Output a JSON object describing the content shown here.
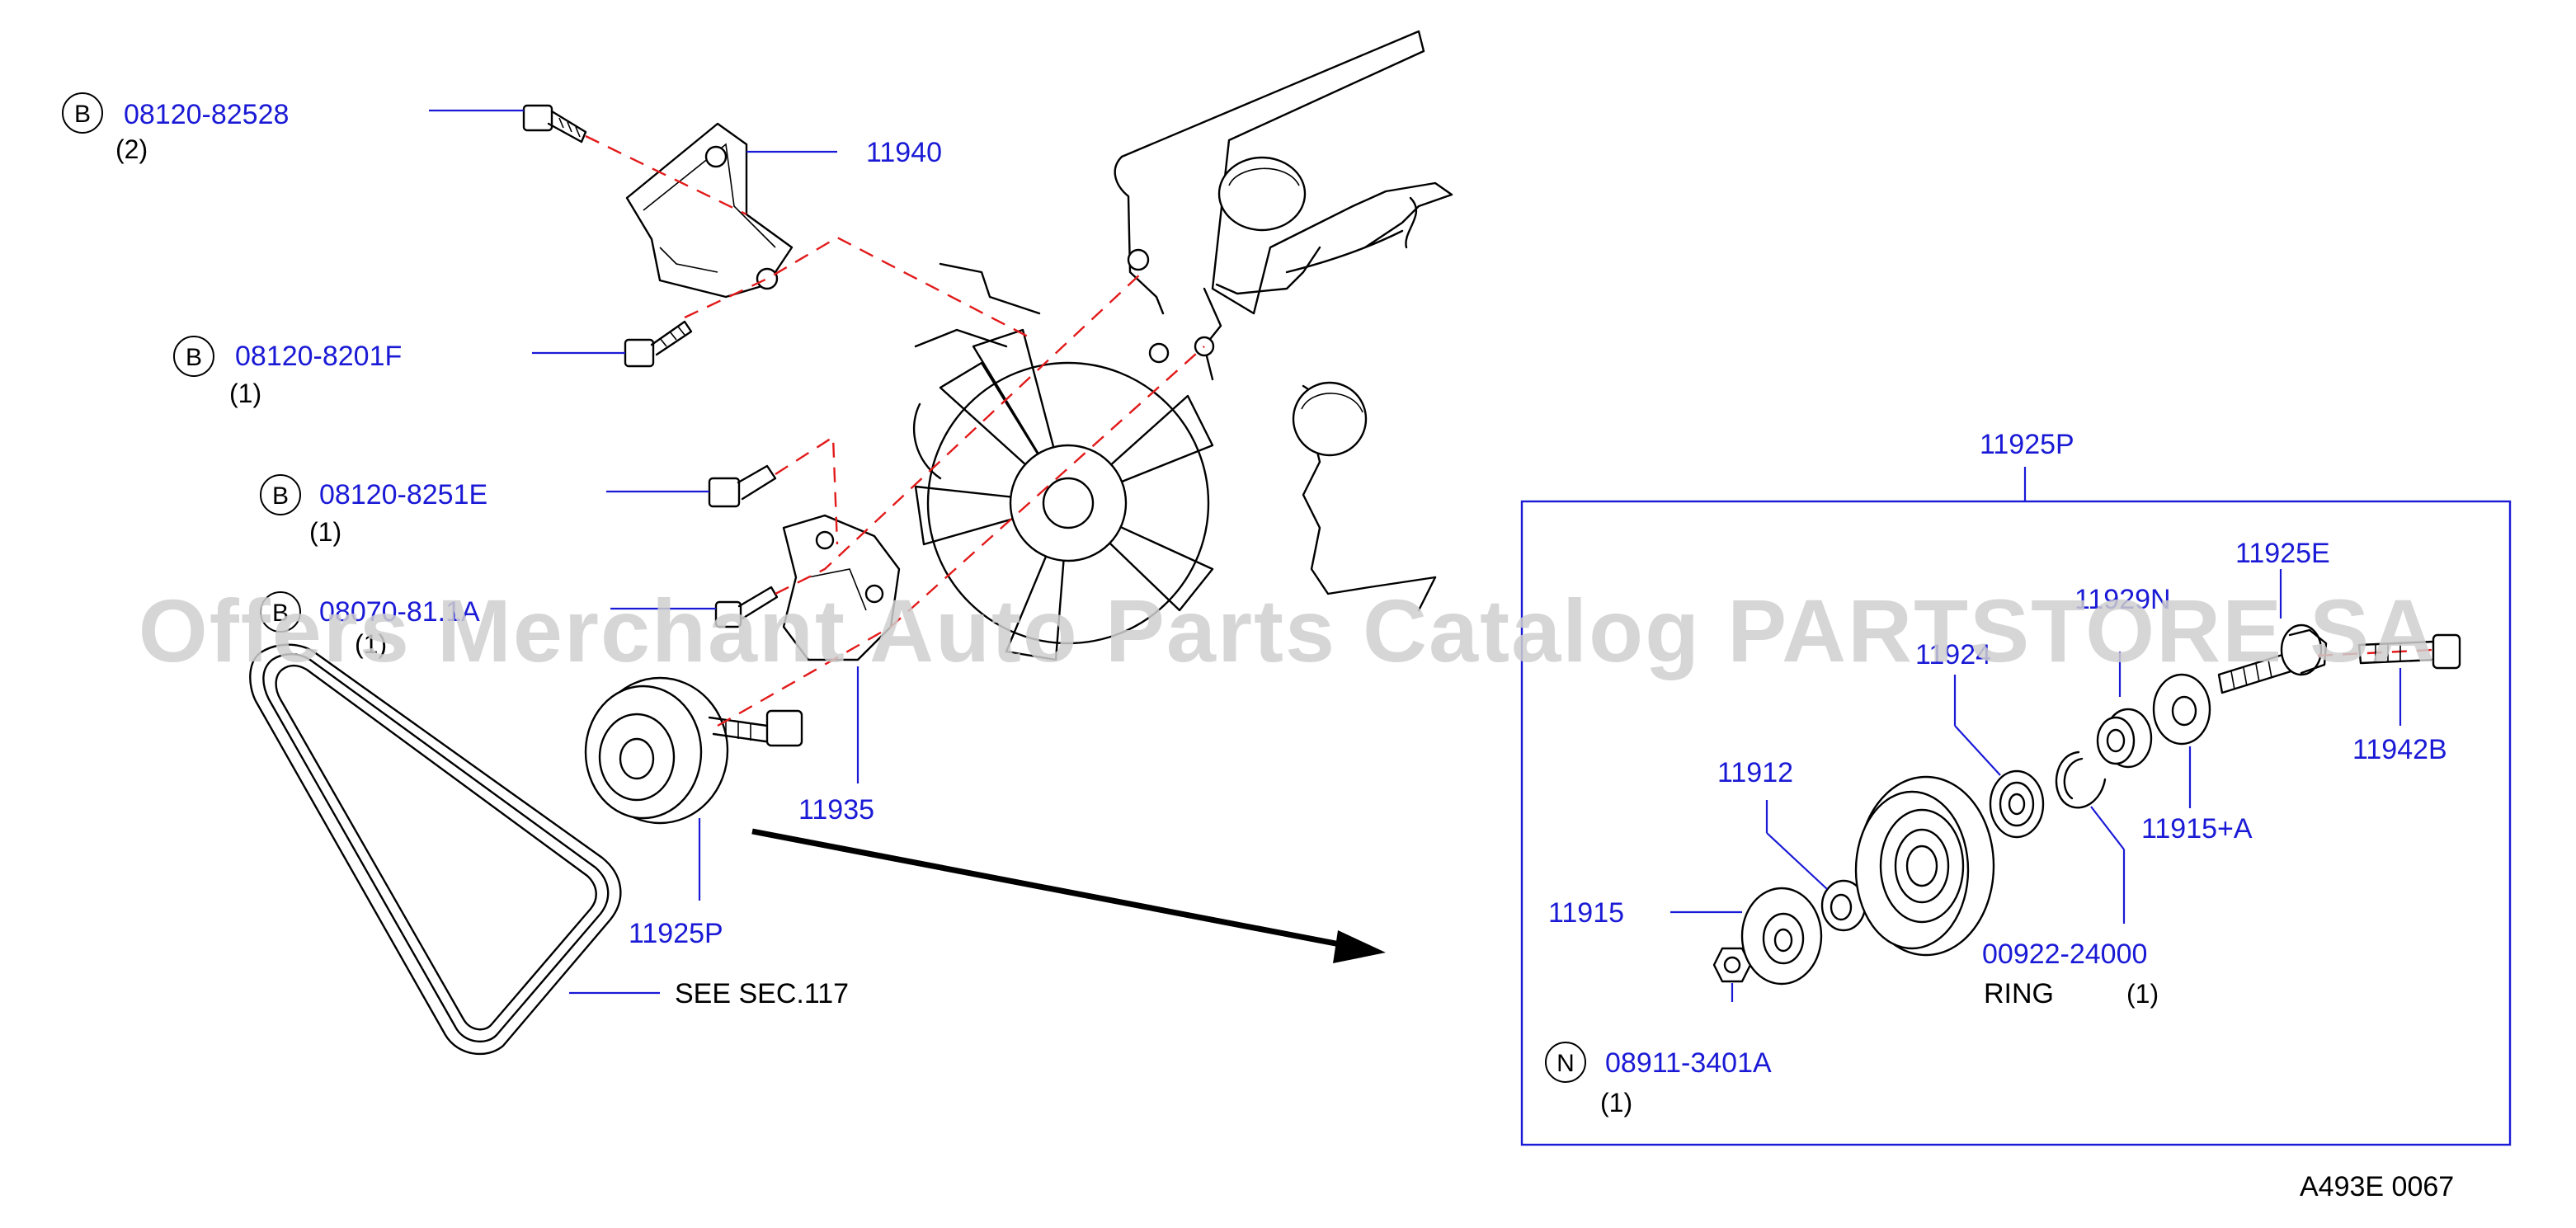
{
  "callouts": {
    "bolt_top": {
      "badge": "B",
      "part": "08120-82528",
      "qty": "(2)"
    },
    "bracket_upper": {
      "part": "11940"
    },
    "bolt_mid": {
      "badge": "B",
      "part": "08120-8201F",
      "qty": "(1)"
    },
    "bolt_lower": {
      "badge": "B",
      "part": "08120-8251E",
      "qty": "(1)"
    },
    "bolt_bottom": {
      "badge": "B",
      "part": "08070-81.1A",
      "qty": "(1)"
    },
    "bracket_lower": {
      "part": "11935"
    },
    "pulley_main": {
      "part": "11925P"
    },
    "belt": {
      "text": "SEE   SEC.117"
    },
    "detail_title": {
      "part": "11925P"
    },
    "detail_bolt": {
      "part": "11925E"
    },
    "detail_spacer": {
      "part": "11929N"
    },
    "detail_bearing": {
      "part": "11924"
    },
    "detail_washer": {
      "part": "11912"
    },
    "detail_plate": {
      "part": "11915"
    },
    "detail_plate_b": {
      "part": "11915+A"
    },
    "detail_longbolt": {
      "part": "11942B"
    },
    "detail_ring": {
      "part": "00922-24000",
      "name": "RING",
      "qty": "(1)"
    },
    "detail_nut": {
      "badge": "N",
      "part": "08911-3401A",
      "qty": "(1)"
    }
  },
  "footer": {
    "code": "A493E   0067"
  },
  "watermark": {
    "text": "Offers Merchant Auto Parts Catalog PARTSTORE SA"
  },
  "colors": {
    "part_number": "#1a1ad6",
    "centerline": "#e21a1a",
    "watermark": "#cfcfcf"
  }
}
